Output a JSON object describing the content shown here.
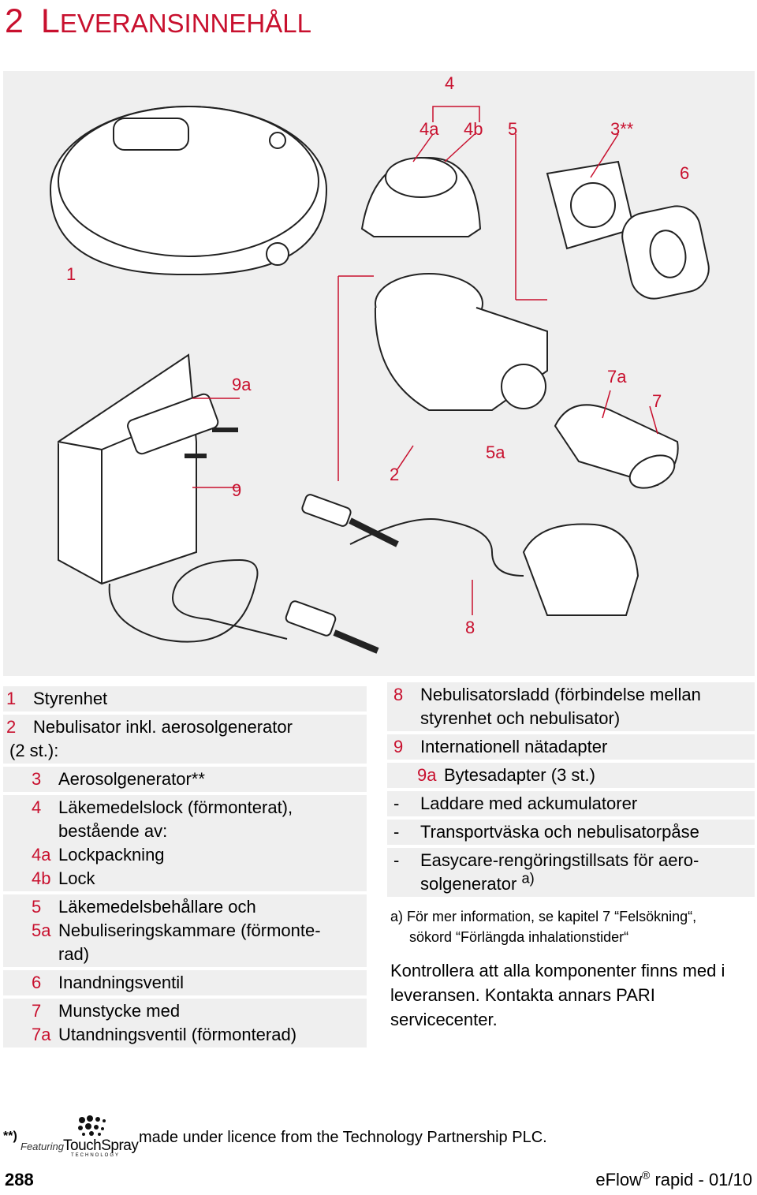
{
  "heading": {
    "number": "2",
    "cap1": "L",
    "rest": "EVERANSINNEHÅLL"
  },
  "callouts": [
    "4",
    "4a",
    "4b",
    "5",
    "3**",
    "6",
    "1",
    "9a",
    "7a",
    "7",
    "5a",
    "2",
    "9",
    "8"
  ],
  "left_list": [
    {
      "n": "1",
      "t": "Styrenhet"
    },
    {
      "n": "2",
      "t": "Nebulisator inkl. aerosolgenerator",
      "t2": "(2 st.):"
    },
    {
      "n": "3",
      "t": "Aerosolgenerator**"
    },
    {
      "n": "4",
      "t": "Läkemedelslock (förmonterat),",
      "t2": "bestående av:",
      "n3": "4a",
      "t3": "Lockpackning",
      "n4": "4b",
      "t4": "Lock"
    },
    {
      "n": "5",
      "t": "Läkemedelsbehållare och",
      "n2": "5a",
      "t2": "Nebuliseringskammare (förmonte-",
      "t3": "rad)"
    },
    {
      "n": "6",
      "t": "Inandningsventil"
    },
    {
      "n": "7",
      "t": "Munstycke med",
      "n2": "7a",
      "t2": "Utandningsventil (förmonterad)"
    }
  ],
  "right_list": [
    {
      "n": "8",
      "t": "Nebulisatorsladd (förbindelse mellan",
      "t2": "styrenhet och nebulisator)"
    },
    {
      "n": "9",
      "t": "Internationell nätadapter"
    },
    {
      "n": "9a",
      "t": "Bytesadapter (3 st.)"
    },
    {
      "n": "-",
      "t": "Laddare med ackumulatorer"
    },
    {
      "n": "-",
      "t": "Transportväska och nebulisatorpåse"
    },
    {
      "n": "-",
      "t": "Easycare-rengöringstillsats för aero-",
      "t2": "solgenerator",
      "sup": "a)"
    }
  ],
  "note": {
    "line1": "a) För mer information, se kapitel 7 “Felsökning“,",
    "line2": "sökord “Förlängda inhalationstider“"
  },
  "paragraph": "Kontrollera att alla komponenter finns med i leveransen. Kontakta annars PARI servicecenter.",
  "footer": {
    "asterisk": "**)",
    "logo_featuring": "Featuring",
    "logo_brand": "TouchSpray",
    "logo_sub": "TECHNOLOGY",
    "licence": "made under licence from the Technology Partnership PLC.",
    "page_number": "288",
    "doc_brand": "eFlow",
    "doc_reg": "®",
    "doc_rest": "rapid - 01/10"
  },
  "colors": {
    "accent": "#c8102e",
    "panel": "#efefef"
  }
}
